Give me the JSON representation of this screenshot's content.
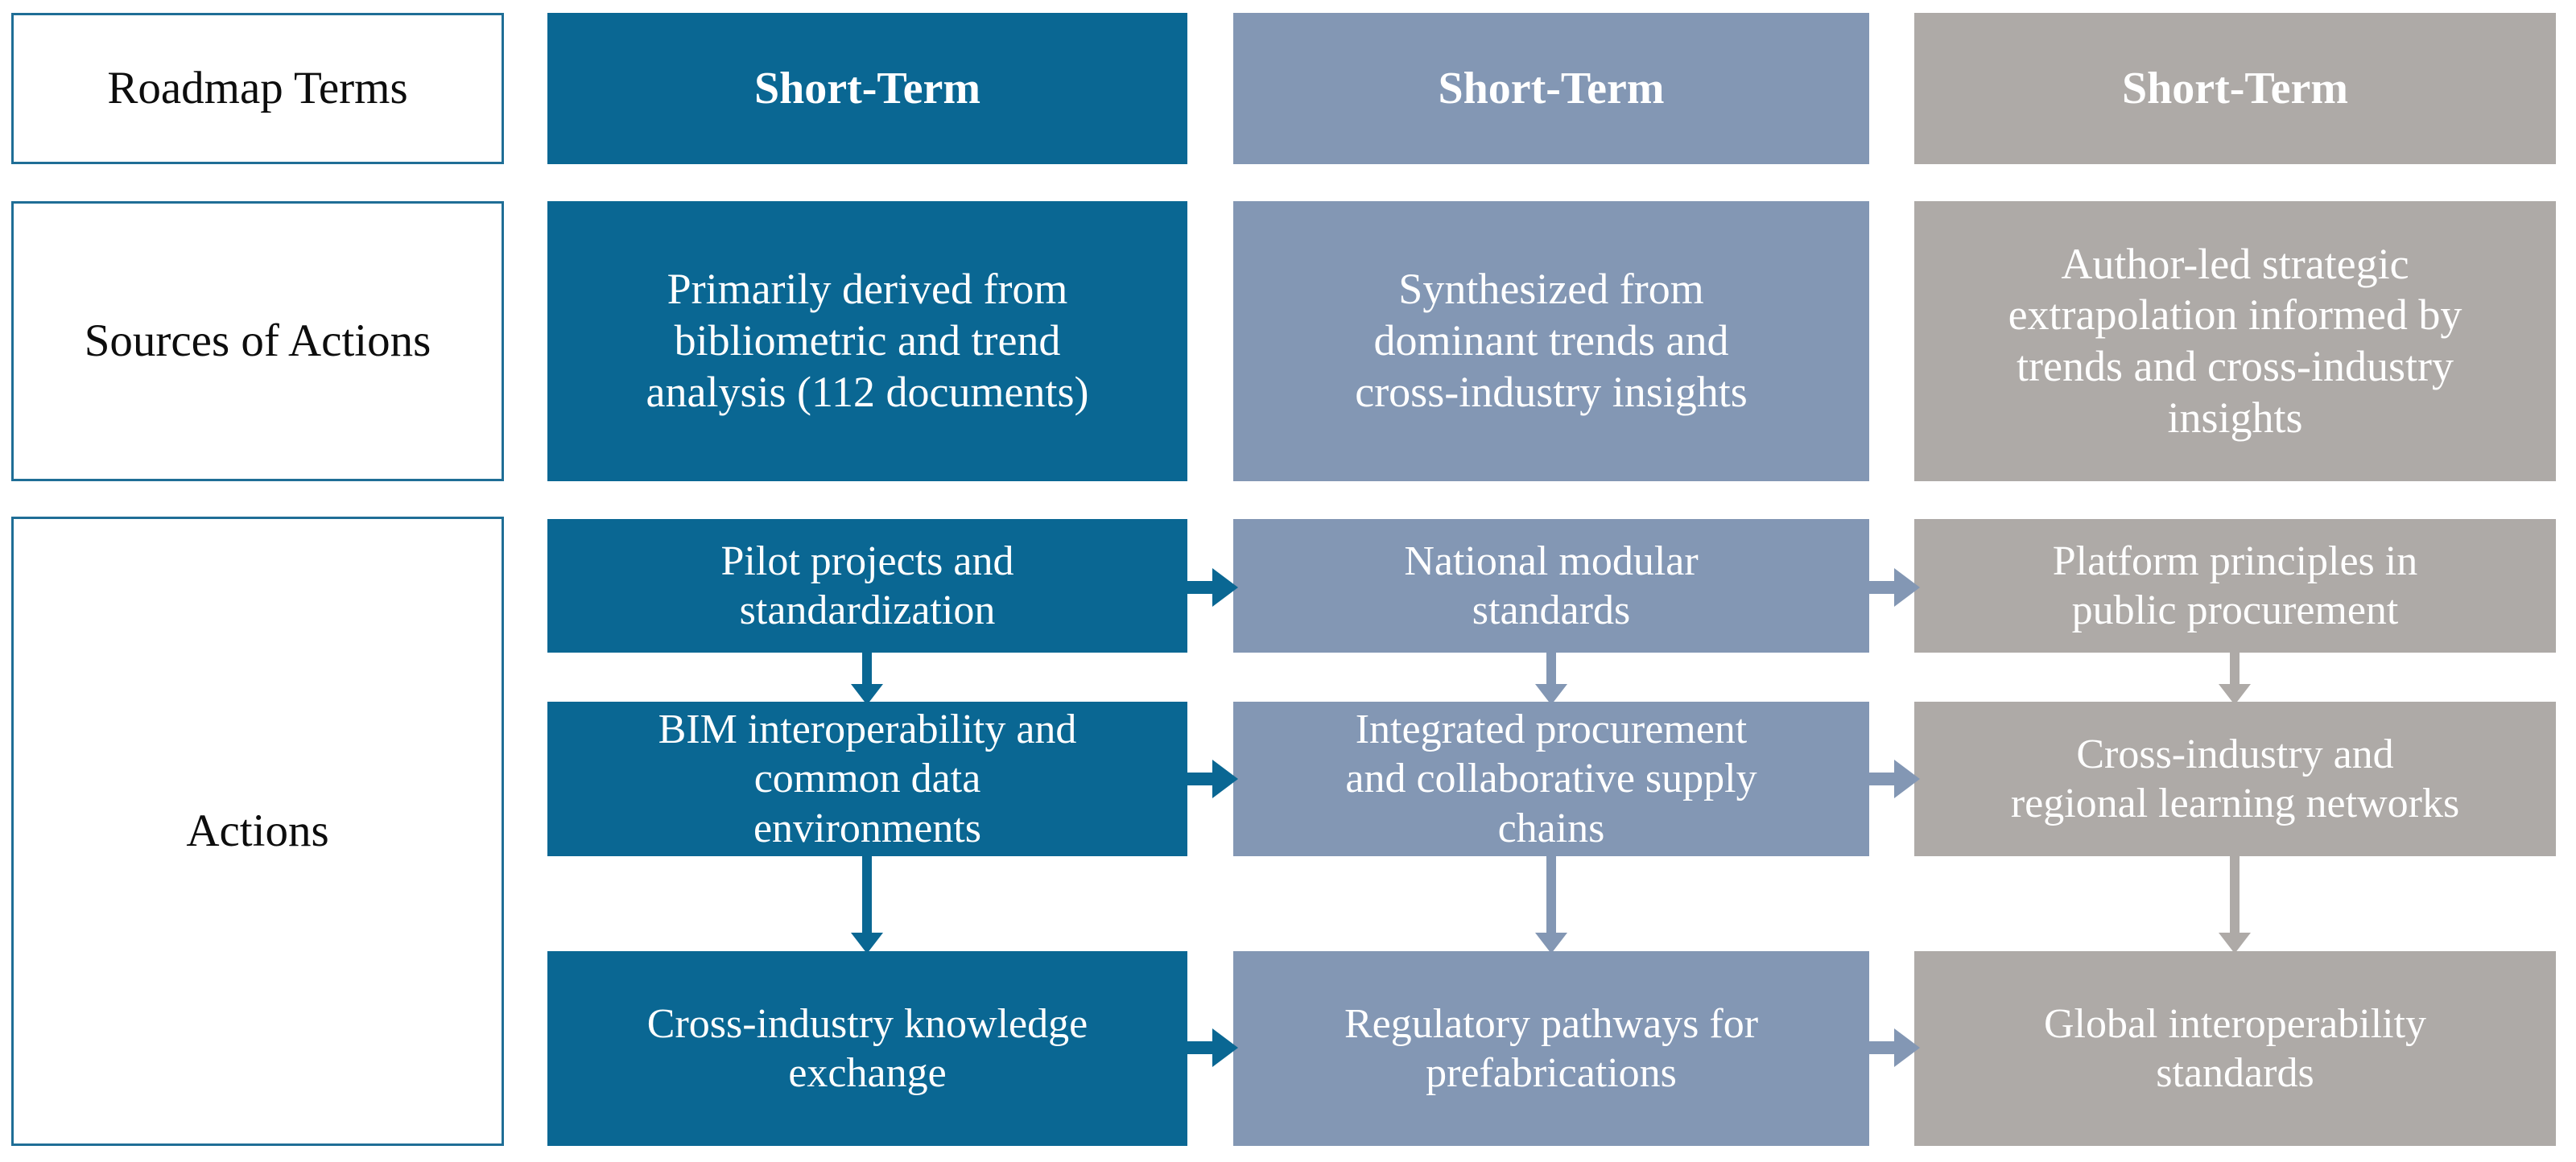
{
  "diagram": {
    "title": "Roadmap Terms",
    "row_labels": [
      "Roadmap Terms",
      "Sources of Actions",
      "Actions"
    ],
    "column_colors": {
      "column_1_outline": "#1f6e96",
      "column_2": "#0a6793",
      "column_3": "#8397b4",
      "column_4": "#aeaaa7"
    },
    "headers": [
      "Short-Term",
      "Short-Term",
      "Short-Term"
    ],
    "sources_of_actions": [
      "Primarily derived from\nbibliometric and trend\nanalysis (112 documents)",
      "Synthesized from\ndominant trends and\ncross-industry insights",
      "Author-led strategic\nextrapolation informed by\ntrends and cross-industry\ninsights"
    ],
    "actions": {
      "column_2": [
        "Pilot projects and\nstandardization",
        "BIM interoperability and\ncommon data\nenvironments",
        "Cross-industry knowledge\nexchange"
      ],
      "column_3": [
        "National modular\nstandards",
        "Integrated procurement\nand collaborative supply\nchains",
        "Regulatory pathways for\nprefabrications"
      ],
      "column_4": [
        "Platform principles in\npublic procurement",
        "Cross-industry and\nregional learning networks",
        "Global interoperability\nstandards"
      ]
    },
    "arrows": {
      "horizontal": [
        {
          "from": "Pilot projects and standardization",
          "to": "National modular standards",
          "color": "#0a6793"
        },
        {
          "from": "National modular standards",
          "to": "Platform principles in public procurement",
          "color": "#8397b4"
        },
        {
          "from": "BIM interoperability and common data environments",
          "to": "Integrated procurement and collaborative supply chains",
          "color": "#0a6793"
        },
        {
          "from": "Integrated procurement and collaborative supply chains",
          "to": "Cross-industry and regional learning networks",
          "color": "#8397b4"
        },
        {
          "from": "Cross-industry knowledge exchange",
          "to": "Regulatory pathways for prefabrications",
          "color": "#0a6793"
        },
        {
          "from": "Regulatory pathways for prefabrications",
          "to": "Global interoperability standards",
          "color": "#8397b4"
        }
      ],
      "vertical": [
        {
          "from": "Pilot projects and standardization",
          "to": "BIM interoperability and common data environments",
          "color": "#0a6793"
        },
        {
          "from": "BIM interoperability and common data environments",
          "to": "Cross-industry knowledge exchange",
          "color": "#0a6793"
        },
        {
          "from": "National modular standards",
          "to": "Integrated procurement and collaborative supply chains",
          "color": "#8397b4"
        },
        {
          "from": "Integrated procurement and collaborative supply chains",
          "to": "Regulatory pathways for prefabrications",
          "color": "#8397b4"
        },
        {
          "from": "Platform principles in public procurement",
          "to": "Cross-industry and regional learning networks",
          "color": "#aeaaa7"
        },
        {
          "from": "Cross-industry and regional learning networks",
          "to": "Global interoperability standards",
          "color": "#aeaaa7"
        }
      ]
    }
  }
}
